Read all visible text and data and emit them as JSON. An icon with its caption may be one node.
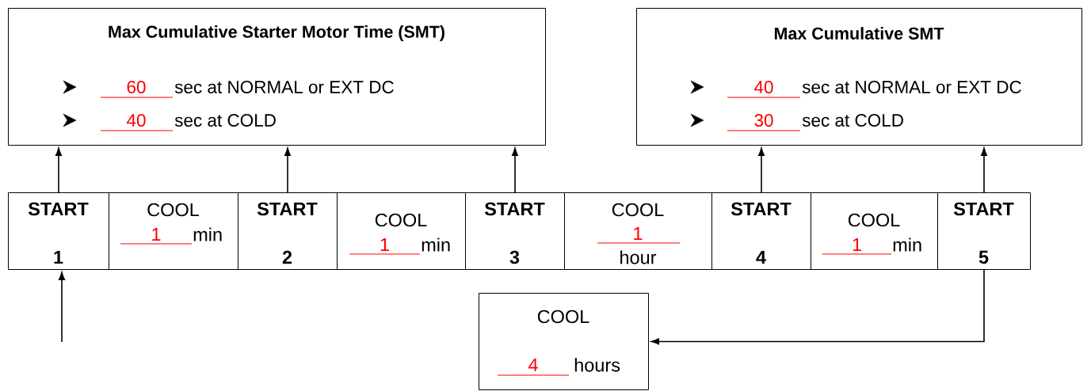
{
  "diagram": {
    "nodes": [
      {
        "text": [
          "Max Cumulative Starter Motor Time (SMT)",
          "60",
          "sec at NORMAL or EXT DC",
          "40",
          "sec at COLD"
        ]
      },
      {
        "text": [
          "Max Cumulative SMT",
          "40",
          "sec at NORMAL or EXT DC",
          "30",
          "sec at COLD"
        ]
      },
      {
        "text": [
          "START",
          "1"
        ]
      },
      {
        "text": [
          "COOL",
          "1",
          "min"
        ]
      },
      {
        "text": [
          "START",
          "2"
        ]
      },
      {
        "text": [
          "COOL",
          "1",
          "min"
        ]
      },
      {
        "text": [
          "START",
          "3"
        ]
      },
      {
        "text": [
          "COOL",
          "1",
          "hour"
        ]
      },
      {
        "text": [
          "START",
          "4"
        ]
      },
      {
        "text": [
          "COOL",
          "1",
          "min"
        ]
      },
      {
        "text": [
          "START",
          "5"
        ]
      },
      {
        "text": [
          "COOL",
          "4",
          "hours"
        ]
      }
    ],
    "edges": [
      {
        "from": null,
        "to": 2,
        "arrow": "to"
      },
      {
        "from": 2,
        "to": 0,
        "arrow": "to"
      },
      {
        "from": 4,
        "to": 0,
        "arrow": "to"
      },
      {
        "from": 6,
        "to": 0,
        "arrow": "to"
      },
      {
        "from": 8,
        "to": 1,
        "arrow": "to"
      },
      {
        "from": 10,
        "to": 1,
        "arrow": "to"
      },
      {
        "from": 10,
        "to": 11,
        "arrow": "to"
      }
    ]
  }
}
